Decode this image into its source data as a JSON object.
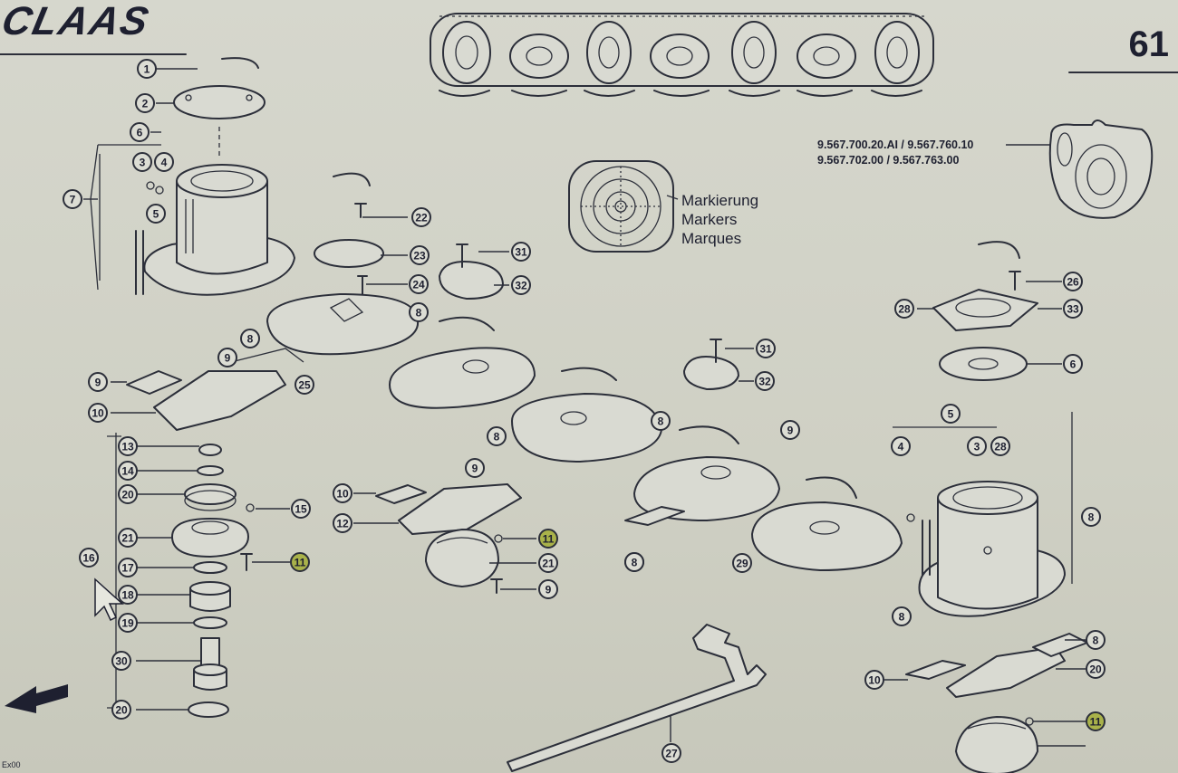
{
  "header": {
    "brand": "CLAAS",
    "page_number": "61"
  },
  "part_numbers": {
    "line1": "9.567.700.20.AI / 9.567.760.10",
    "line2": "9.567.702.00 / 9.567.763.00"
  },
  "marker_legend": [
    "Markierung",
    "Markers",
    "Marques"
  ],
  "footer_code": "Ex00",
  "colors": {
    "highlight": "#a9b24a",
    "ink": "#2c2f3a",
    "paper": "#d6d7cd"
  },
  "callouts": [
    {
      "num": "1"
    },
    {
      "num": "2"
    },
    {
      "num": "6"
    },
    {
      "num": "3"
    },
    {
      "num": "4"
    },
    {
      "num": "7"
    },
    {
      "num": "5"
    },
    {
      "num": "22"
    },
    {
      "num": "23"
    },
    {
      "num": "24"
    },
    {
      "num": "31"
    },
    {
      "num": "32"
    },
    {
      "num": "8"
    },
    {
      "num": "8"
    },
    {
      "num": "9"
    },
    {
      "num": "25"
    },
    {
      "num": "9"
    },
    {
      "num": "10"
    },
    {
      "num": "8"
    },
    {
      "num": "8"
    },
    {
      "num": "31"
    },
    {
      "num": "32"
    },
    {
      "num": "9"
    },
    {
      "num": "9"
    },
    {
      "num": "9"
    },
    {
      "num": "10"
    },
    {
      "num": "12"
    },
    {
      "num": "13"
    },
    {
      "num": "14"
    },
    {
      "num": "20"
    },
    {
      "num": "15"
    },
    {
      "num": "21"
    },
    {
      "num": "11",
      "highlight": true
    },
    {
      "num": "16"
    },
    {
      "num": "17"
    },
    {
      "num": "18"
    },
    {
      "num": "19"
    },
    {
      "num": "30"
    },
    {
      "num": "20"
    },
    {
      "num": "11",
      "highlight": true
    },
    {
      "num": "21"
    },
    {
      "num": "9"
    },
    {
      "num": "8"
    },
    {
      "num": "29"
    },
    {
      "num": "27"
    },
    {
      "num": "26"
    },
    {
      "num": "28"
    },
    {
      "num": "33"
    },
    {
      "num": "6"
    },
    {
      "num": "5"
    },
    {
      "num": "4"
    },
    {
      "num": "3"
    },
    {
      "num": "28"
    },
    {
      "num": "8"
    },
    {
      "num": "8"
    },
    {
      "num": "8"
    },
    {
      "num": "10"
    },
    {
      "num": "20"
    },
    {
      "num": "11",
      "highlight": true
    }
  ]
}
